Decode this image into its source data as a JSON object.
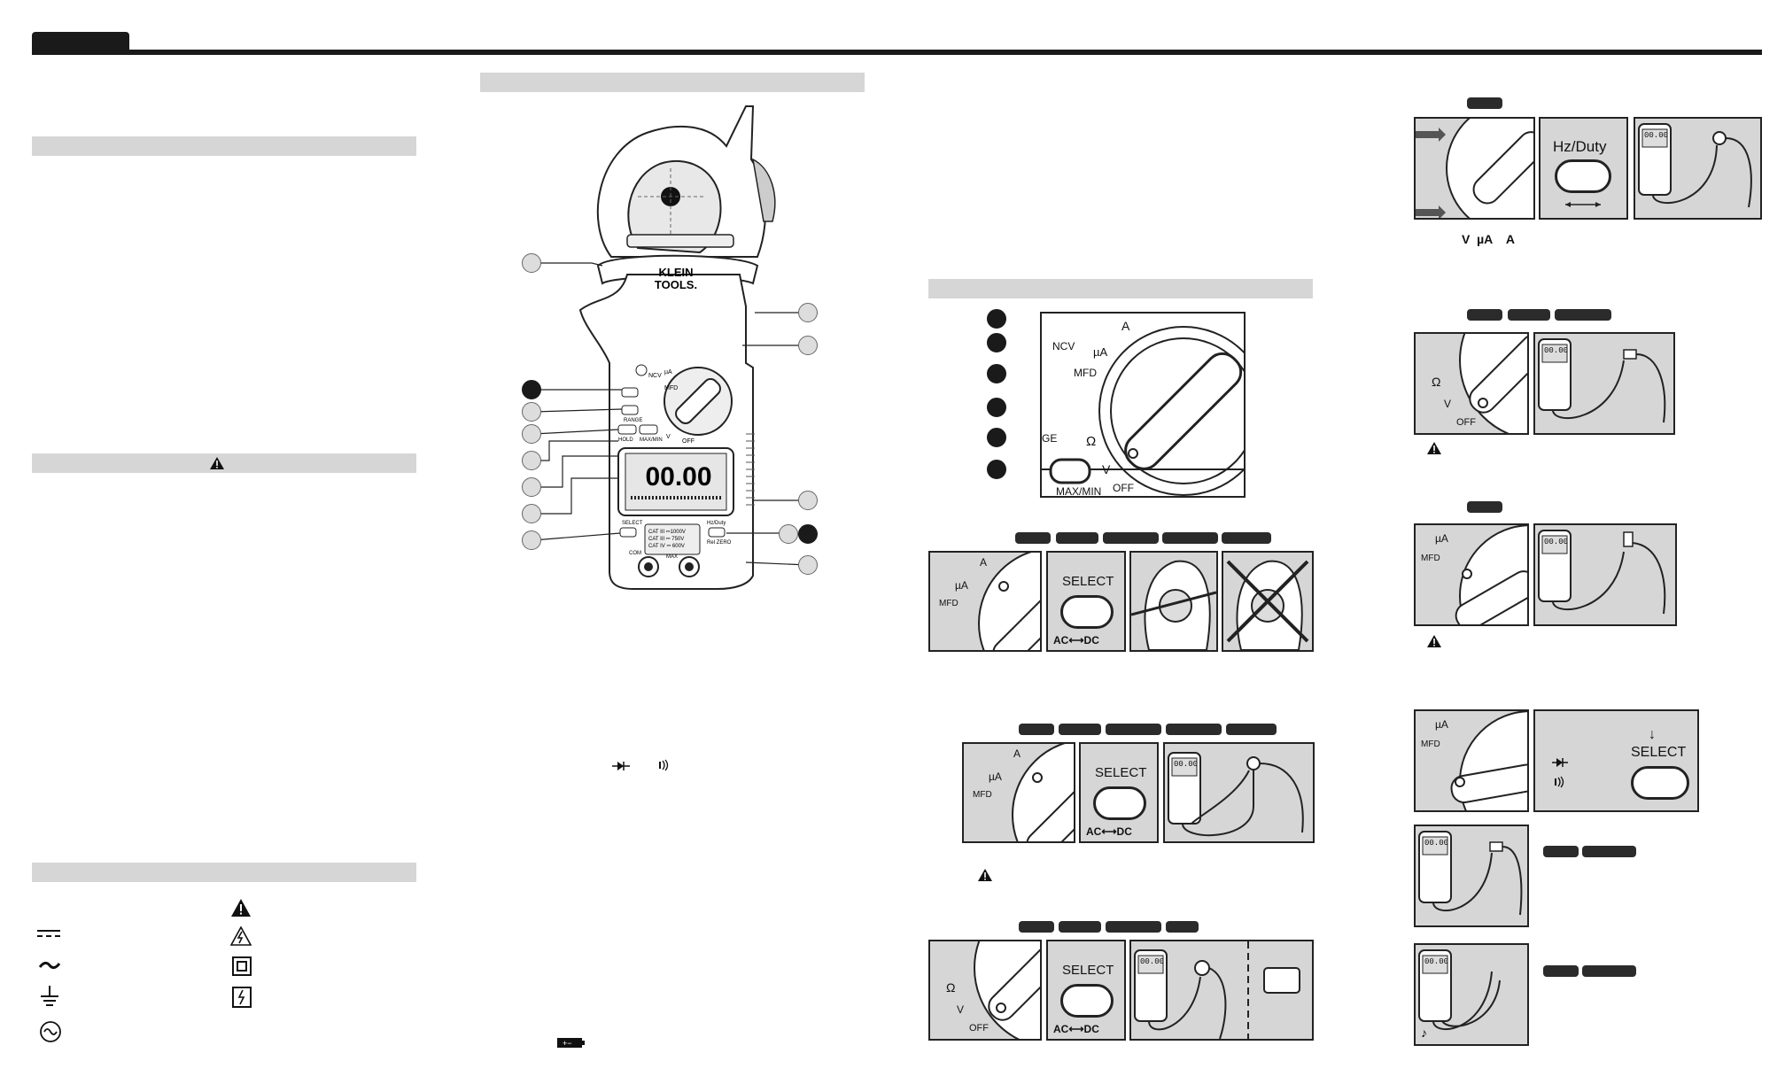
{
  "dial": {
    "a": "A",
    "ua": "µA",
    "mfd": "MFD",
    "ncv": "NCV",
    "omega": "Ω",
    "v": "V",
    "off": "OFF",
    "ge": "GE"
  },
  "buttons": {
    "select": "SELECT",
    "acdc": "AC⟷DC",
    "hzduty": "Hz/Duty",
    "maxmin": "MAX/MIN",
    "select_arrow": "↓"
  },
  "meter": {
    "brand_line1": "KLEIN",
    "brand_line2": "TOOLS.",
    "display": "00.00",
    "mini_display": "00.00",
    "com": "COM",
    "cat_lines": [
      "CAT III ⎓1000V",
      "CAT III ⎓ 750V",
      "CAT IV ⎓ 600V"
    ],
    "max": "MAX",
    "range": "RANGE",
    "hold": "HOLD",
    "maxmin_small": "MAX/MIN",
    "select_small": "SELECT",
    "hzduty_small": "Hz/Duty",
    "rel_zero": "Rel ZERO"
  },
  "warning_icon": "warning-triangle-icon",
  "hz_labels": "V  µA    A",
  "colors": {
    "panel_bg": "#d6d6d6",
    "tag": "#2b2b2b",
    "header_bar": "#d6d6d6"
  }
}
